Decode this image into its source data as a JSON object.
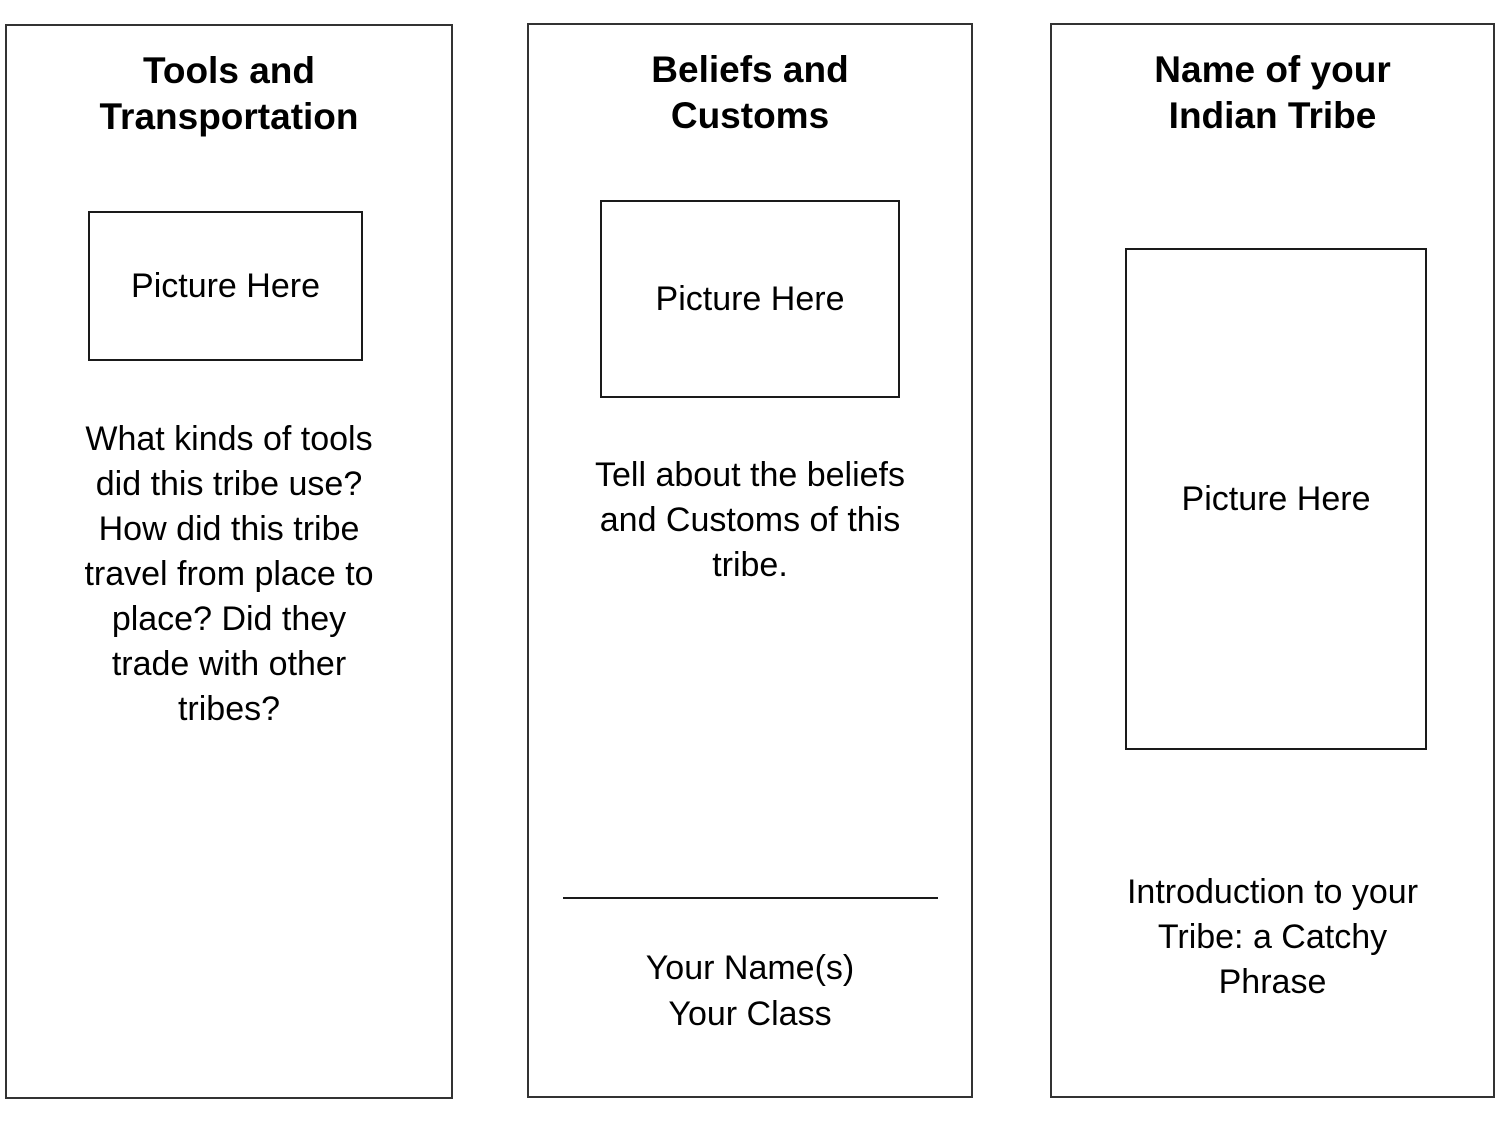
{
  "colors": {
    "background": "#ffffff",
    "panel_border": "#333333",
    "box_border": "#1a1a1a",
    "text": "#000000"
  },
  "panels": {
    "tools": {
      "title_lines": [
        "Tools and",
        "Transportation"
      ],
      "picture_label": "Picture Here",
      "body_lines": [
        "What kinds of tools",
        "did this tribe use?",
        "How did this tribe",
        "travel from place to",
        "place? Did they",
        "trade with other",
        "tribes?"
      ]
    },
    "beliefs": {
      "title_lines": [
        "Beliefs and",
        "Customs"
      ],
      "picture_label": "Picture Here",
      "body_lines": [
        "Tell about the beliefs",
        "and Customs of this",
        "tribe."
      ],
      "signature_lines": [
        "Your Name(s)",
        "Your Class"
      ]
    },
    "tribe": {
      "title_lines": [
        "Name of your",
        "Indian Tribe"
      ],
      "picture_label": "Picture Here",
      "body_lines": [
        "Introduction to your",
        "Tribe: a Catchy",
        "Phrase"
      ]
    }
  }
}
